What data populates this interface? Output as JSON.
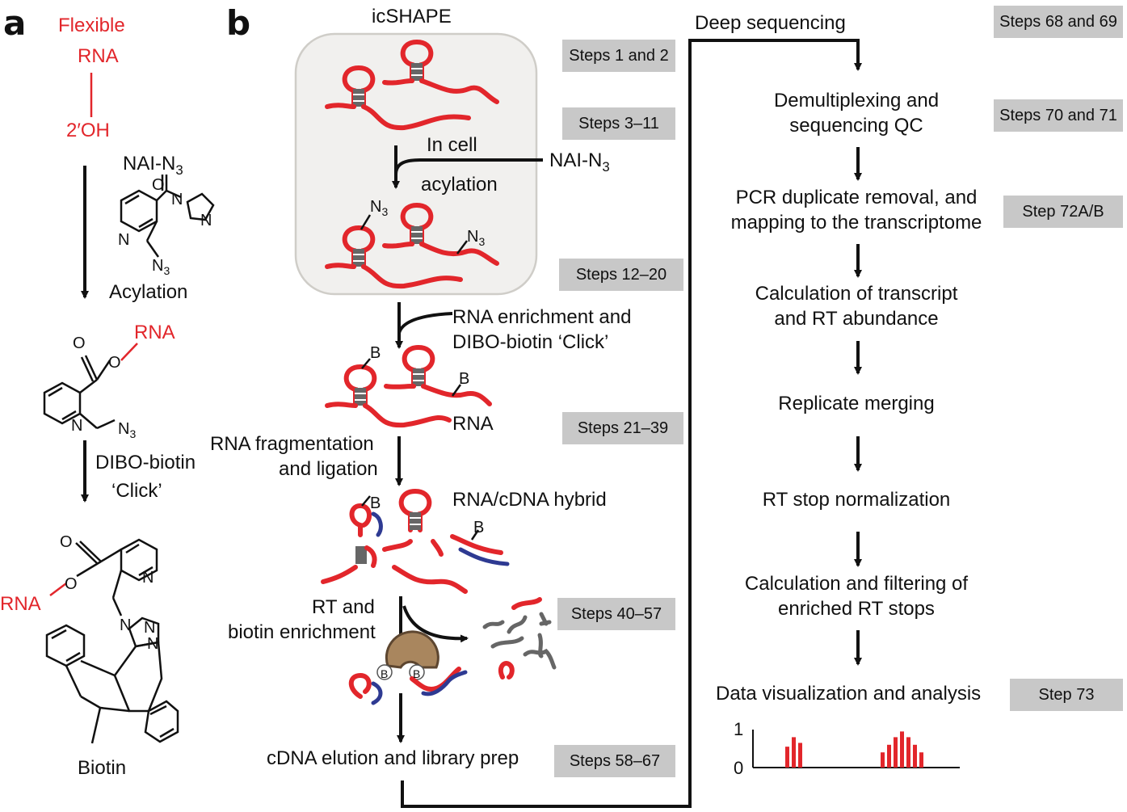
{
  "panels": {
    "a": "a",
    "b": "b"
  },
  "panel_a": {
    "flexible": "Flexible",
    "rna": "RNA",
    "oh": "2′OH",
    "nai": "NAI-N",
    "nai_sub": "3",
    "acylation": "Acylation",
    "dibo": "DIBO-biotin",
    "click": "‘Click’",
    "biotin": "Biotin",
    "atoms": {
      "O": "O",
      "N": "N",
      "N3": "N",
      "N3_sub": "3",
      "rna": "RNA"
    }
  },
  "left_flow": {
    "title": "icSHAPE",
    "in_cell": "In cell",
    "acylation": "acylation",
    "nai": "NAI-N",
    "nai_sub": "3",
    "n3_label": "N",
    "n3_sub": "3",
    "enrich_1": "RNA enrichment and",
    "enrich_2": "DIBO-biotin ‘Click’",
    "b_label": "B",
    "rna_label": "RNA",
    "frag_1": "RNA fragmentation",
    "frag_2": "and ligation",
    "hybrid": "RNA/cDNA hybrid",
    "rt_1": "RT and",
    "rt_2": "biotin enrichment",
    "cdna": "cDNA elution and library prep"
  },
  "right_flow": {
    "deep_seq": "Deep sequencing",
    "demux_1": "Demultiplexing and",
    "demux_2": "sequencing QC",
    "pcr_1": "PCR duplicate removal, and",
    "pcr_2": "mapping to the transcriptome",
    "calc_1": "Calculation of transcript",
    "calc_2": "and RT abundance",
    "replicate": "Replicate merging",
    "rt_norm": "RT stop normalization",
    "filter_1": "Calculation and filtering of",
    "filter_2": "enriched RT stops",
    "data_vis": "Data visualization and analysis",
    "axis_1": "1",
    "axis_0": "0"
  },
  "steps": {
    "s1": "Steps 1 and 2",
    "s2": "Steps 3–11",
    "s3": "Steps 12–20",
    "s4": "Steps 21–39",
    "s5": "Steps 40–57",
    "s6": "Steps 58–67",
    "s7": "Steps 68 and 69",
    "s8": "Steps 70 and 71",
    "s9": "Step 72A/B",
    "s10": "Step 73"
  },
  "colors": {
    "rna": "#e2262b",
    "cdna": "#2e3a92",
    "stem": "#666666",
    "box": "#c8c8c8",
    "bead": "#a9865e"
  },
  "chart_data": {
    "type": "bar",
    "ylim": [
      0,
      1
    ],
    "yticks": [
      0,
      1
    ],
    "series": [
      {
        "values": [
          0.55,
          0.8,
          0.65
        ]
      },
      {
        "values": [
          0.4,
          0.6,
          0.8,
          0.95,
          0.8,
          0.6,
          0.4
        ]
      }
    ]
  }
}
